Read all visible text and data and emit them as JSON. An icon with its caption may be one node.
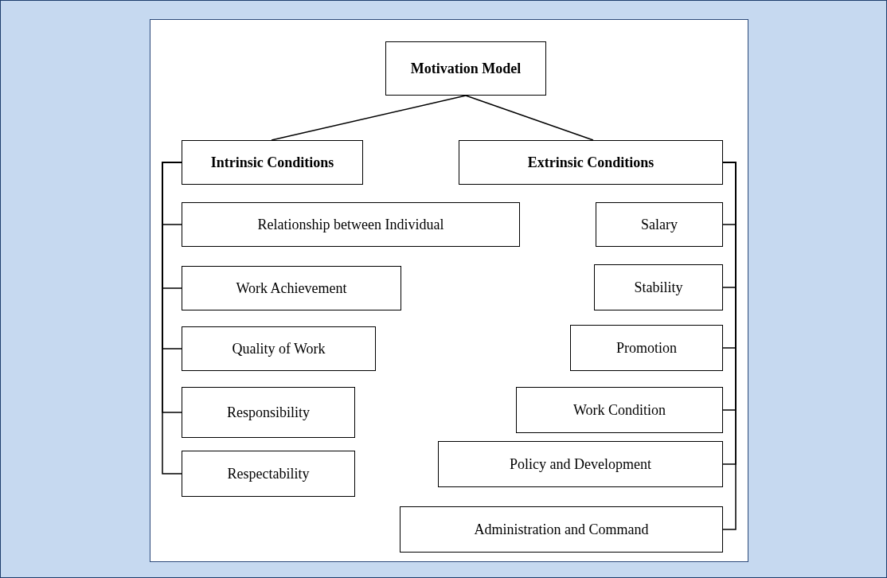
{
  "diagram": {
    "nodes": [
      {
        "text": [
          "Motivation Model"
        ]
      },
      {
        "text": [
          "Intrinsic Conditions"
        ]
      },
      {
        "text": [
          "Extrinsic Conditions"
        ]
      },
      {
        "text": [
          "Relationship between Individual"
        ]
      },
      {
        "text": [
          "Salary"
        ]
      },
      {
        "text": [
          "Work Achievement"
        ]
      },
      {
        "text": [
          "Stability"
        ]
      },
      {
        "text": [
          "Quality of Work"
        ]
      },
      {
        "text": [
          "Promotion"
        ]
      },
      {
        "text": [
          "Responsibility"
        ]
      },
      {
        "text": [
          "Work Condition"
        ]
      },
      {
        "text": [
          "Respectability"
        ]
      },
      {
        "text": [
          "Policy and Development"
        ]
      },
      {
        "text": [
          "Administration and Command"
        ]
      }
    ],
    "edges": [
      {
        "from": 0,
        "to": 1,
        "arrow": "none"
      },
      {
        "from": 0,
        "to": 2,
        "arrow": "none"
      },
      {
        "from": 1,
        "to": 3,
        "arrow": "none"
      },
      {
        "from": 1,
        "to": 5,
        "arrow": "none"
      },
      {
        "from": 1,
        "to": 7,
        "arrow": "none"
      },
      {
        "from": 1,
        "to": 9,
        "arrow": "none"
      },
      {
        "from": 1,
        "to": 11,
        "arrow": "none"
      },
      {
        "from": 2,
        "to": 4,
        "arrow": "none"
      },
      {
        "from": 2,
        "to": 6,
        "arrow": "none"
      },
      {
        "from": 2,
        "to": 8,
        "arrow": "none"
      },
      {
        "from": 2,
        "to": 10,
        "arrow": "none"
      },
      {
        "from": 2,
        "to": 12,
        "arrow": "none"
      },
      {
        "from": 2,
        "to": 13,
        "arrow": "none"
      }
    ]
  }
}
